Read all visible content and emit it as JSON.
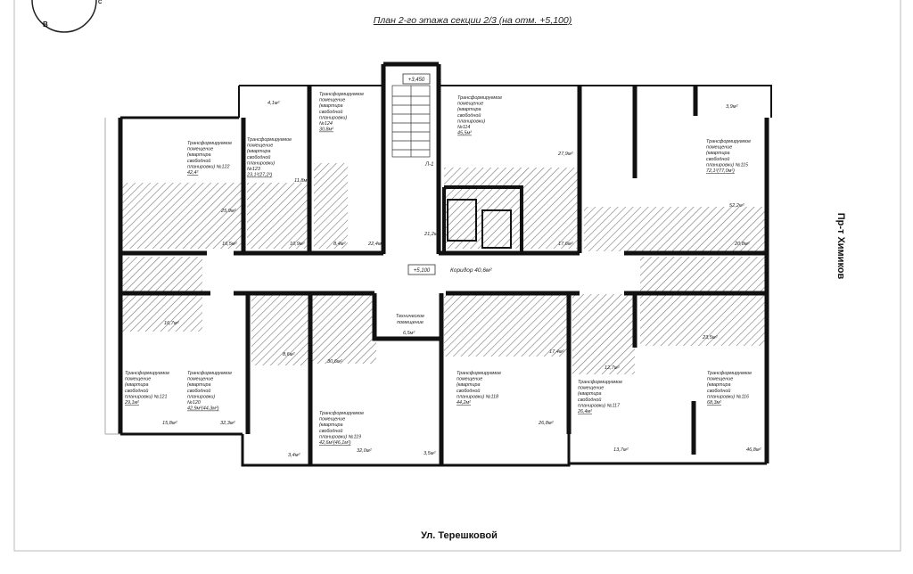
{
  "title": "План 2-го этажа секции 2/3 (на отм. +5,100)",
  "compass": {
    "label": "В",
    "corner_label": "С"
  },
  "streets": {
    "bottom": "Ул. Терешковой",
    "right": "Пр-т Химиков"
  },
  "levels": {
    "stair": "+3,450",
    "corridor": "+5,100"
  },
  "corridor": {
    "label": "Коридор 40,6м²"
  },
  "stair_label": "Л-1",
  "tech_room": {
    "line1": "Техническое",
    "line2": "помещение",
    "area": "6,5м²"
  },
  "apartments": [
    {
      "lines": [
        "Трансформируемое",
        "помещение",
        "(квартира",
        "свободной",
        "планировки) №122",
        "42,4²"
      ]
    },
    {
      "lines": [
        "Трансформируемое",
        "помещение",
        "(квартира",
        "свободной",
        "планировки)",
        "№123",
        "23,1²(27,2²)"
      ]
    },
    {
      "lines": [
        "Трансформируемое",
        "помещение",
        "(квартира",
        "свободной",
        "планировки)",
        "№124",
        "30,8м²"
      ]
    },
    {
      "lines": [
        "Трансформируемое",
        "помещение",
        "(квартира",
        "свободной",
        "планировки)",
        "№114",
        "45,5м²"
      ]
    },
    {
      "lines": [
        "Трансформируемое",
        "помещение",
        "(квартира",
        "свободной",
        "планировки) №115",
        "72,1²(77,0м²)"
      ]
    },
    {
      "lines": [
        "Трансформируемое",
        "помещение",
        "(квартира",
        "свободной",
        "планировки) №121",
        "29,1м²"
      ]
    },
    {
      "lines": [
        "Трансформируемое",
        "помещение",
        "(квартира",
        "свободной",
        "планировки)",
        "№120",
        "42,9м²(44,3м²)"
      ]
    },
    {
      "lines": [
        "Трансформируемое",
        "помещение",
        "(квартира",
        "свободной",
        "планировки) №119",
        "42,6м²(46,1м²)"
      ]
    },
    {
      "lines": [
        "Трансформируемое",
        "помещение",
        "(квартира",
        "свободной",
        "планировки) №118",
        "44,2м²"
      ]
    },
    {
      "lines": [
        "Трансформируемое",
        "помещение",
        "(квартира",
        "свободной",
        "планировки) №117",
        "26,4м²"
      ]
    },
    {
      "lines": [
        "Трансформируемое",
        "помещение",
        "(квартира",
        "свободной",
        "планировки) №116",
        "68,3м²"
      ]
    }
  ],
  "areas": [
    "4,1м²",
    "11,8м²",
    "25,9м²",
    "16,5м²",
    "10,9м²",
    "8,4м²",
    "22,4м²",
    "21,2м²",
    "27,9м²",
    "3,9м²",
    "52,2м²",
    "17,6м²",
    "20,8м²",
    "16,7м²",
    "8,6м²",
    "30,6м²",
    "17,4м²",
    "12,7м²",
    "23,5м²",
    "15,8м²",
    "32,3м²",
    "3,4м²",
    "32,0м²",
    "3,5м²",
    "26,8м²",
    "13,7м²",
    "46,8м²"
  ]
}
